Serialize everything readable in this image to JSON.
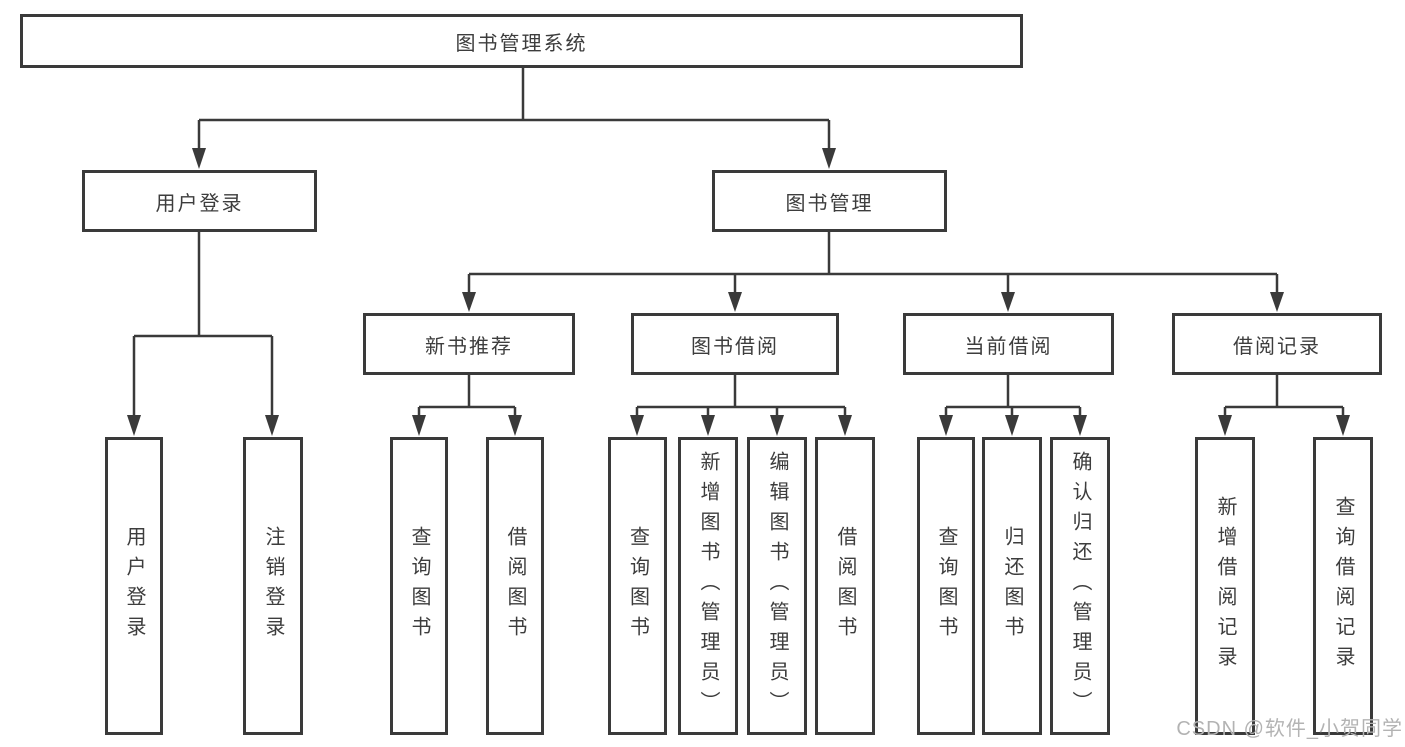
{
  "tree": {
    "label": "图书管理系统",
    "children": [
      {
        "label": "用户登录",
        "children": [
          {
            "label": "用户登录"
          },
          {
            "label": "注销登录"
          }
        ]
      },
      {
        "label": "图书管理",
        "children": [
          {
            "label": "新书推荐",
            "children": [
              {
                "label": "查询图书"
              },
              {
                "label": "借阅图书"
              }
            ]
          },
          {
            "label": "图书借阅",
            "children": [
              {
                "label": "查询图书"
              },
              {
                "label": "新增图书（管理员）"
              },
              {
                "label": "编辑图书（管理员）"
              },
              {
                "label": "借阅图书"
              }
            ]
          },
          {
            "label": "当前借阅",
            "children": [
              {
                "label": "查询图书"
              },
              {
                "label": "归还图书"
              },
              {
                "label": "确认归还（管理员）"
              }
            ]
          },
          {
            "label": "借阅记录",
            "children": [
              {
                "label": "新增借阅记录"
              },
              {
                "label": "查询借阅记录"
              }
            ]
          }
        ]
      }
    ]
  },
  "watermark": {
    "text": "CSDN @软件_小贺同学"
  },
  "colors": {
    "line": "#3a3a3a",
    "text": "#3d3d3d",
    "box_background": "#ffffff",
    "watermark": "#b3b3b3"
  }
}
